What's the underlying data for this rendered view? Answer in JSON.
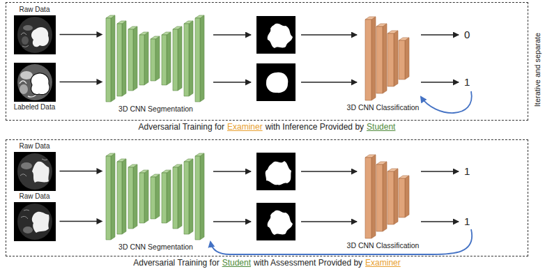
{
  "diagram": {
    "nodes": [
      {
        "text": [
          "Adversarial Training for",
          "Examiner",
          "with Inference Provided by",
          "Student"
        ]
      },
      {
        "text": [
          "Raw Data"
        ],
        "in": 0
      },
      {
        "text": [
          "Labeled Data"
        ],
        "in": 0
      },
      {
        "text": [
          "3D CNN Segmentation"
        ],
        "in": 0
      },
      {
        "text": [
          "3D CNN Classification"
        ],
        "in": 0
      },
      {
        "text": [
          "Adversarial Training for",
          "Student",
          "with Assessment Provided by",
          "Examiner"
        ]
      },
      {
        "text": [
          "Raw Data"
        ],
        "in": 5
      },
      {
        "text": [
          "Raw Data"
        ],
        "in": 5
      },
      {
        "text": [
          "3D CNN Segmentation"
        ],
        "in": 5
      },
      {
        "text": [
          "3D CNN Classification"
        ],
        "in": 5
      }
    ],
    "edges": [
      {
        "from": 1,
        "to": 3,
        "arrow": "to"
      },
      {
        "from": 2,
        "to": 3,
        "arrow": "to"
      },
      {
        "from": 6,
        "to": 8,
        "arrow": "to"
      },
      {
        "from": 7,
        "to": 8,
        "arrow": "to"
      }
    ],
    "labels": [
      "0",
      "1",
      "1",
      "1",
      "Iterative and separate"
    ]
  }
}
